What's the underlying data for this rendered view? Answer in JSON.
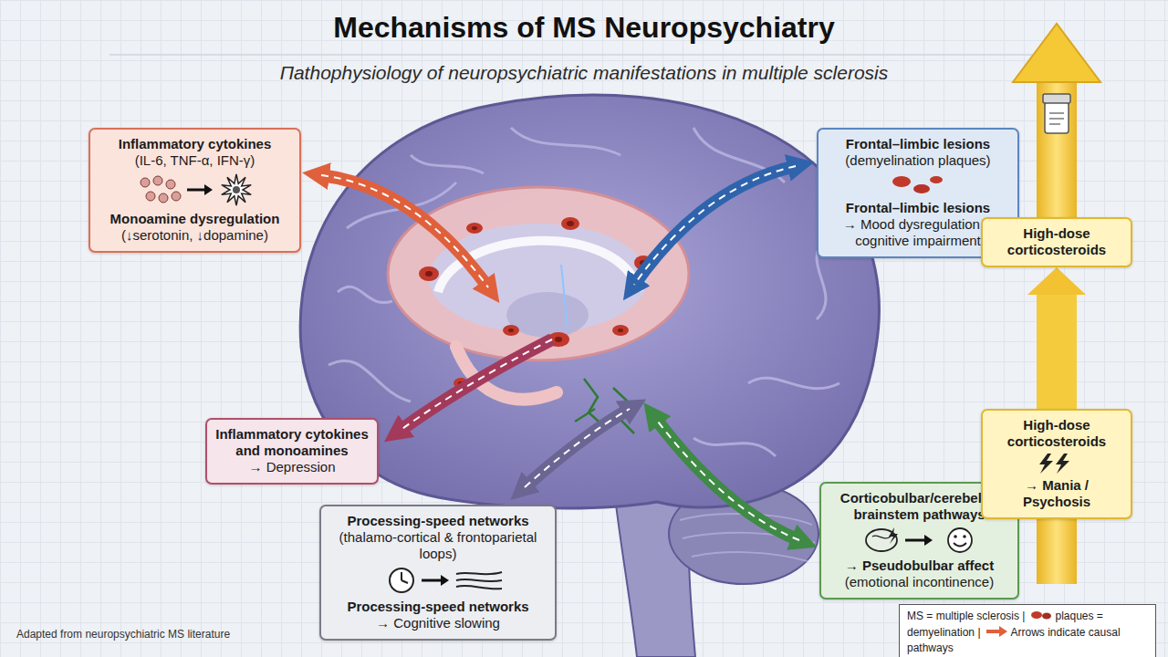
{
  "diagram": {
    "title": "Mechanisms of MS Neuropsychiatry",
    "nodes": [
      {
        "text": [
          "Inflammatory cytokines",
          "(IL-6, TNF-α, IFN-γ)",
          "Monoamine dysregulation",
          "(↓serotonin, ↓dopamine)"
        ]
      },
      {
        "text": [
          "Frontal–limbic lesions",
          "(demyelination plaques)",
          "Frontal–limbic lesions",
          "→ Mood dysregulation & cognitive impairment"
        ]
      },
      {
        "text": [
          "Inflammatory cytokines and monoamines",
          "→ Depression"
        ]
      },
      {
        "text": [
          "Processing-speed networks",
          "(thalamo-cortical & frontoparietal loops)",
          "Processing-speed networks",
          "→ Cognitive slowing"
        ]
      },
      {
        "text": [
          "Corticobulbar/cerebellar brainstem pathways",
          "→ Pseudobulbar affect",
          "(emotional incontinence)"
        ]
      },
      {
        "text": [
          "High-dose corticosteroids"
        ]
      },
      {
        "text": [
          "High-dose corticosteroids",
          "→ Mania / Psychosis"
        ]
      }
    ],
    "edges": [
      {
        "from": 6,
        "to": 5,
        "arrow": "to"
      }
    ],
    "labels": [
      "Пathophysiology of neuropsychiatric manifestations in multiple sclerosis",
      "Adapted from neuropsychiatric MS literature"
    ],
    "legend": [
      {
        "text": "MS = multiple sclerosis |"
      },
      {
        "text": "plaques = demyelination |"
      },
      {
        "text": "Arrows indicate causal pathways"
      }
    ]
  }
}
